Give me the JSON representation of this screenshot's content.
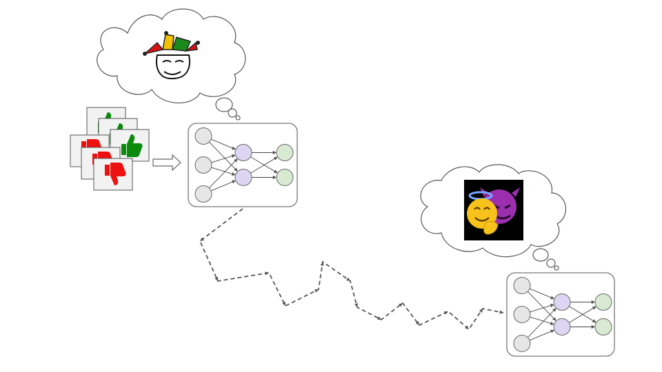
{
  "diagram": {
    "thought_clouds": [
      {
        "id": "cloud-1",
        "content_icon": "jester-face-icon"
      },
      {
        "id": "cloud-2",
        "content_icon": "angel-devil-icon"
      }
    ],
    "feedback_cards": [
      {
        "kind": "thumbs-up"
      },
      {
        "kind": "thumbs-up"
      },
      {
        "kind": "thumbs-up"
      },
      {
        "kind": "thumbs-down"
      },
      {
        "kind": "thumbs-down"
      },
      {
        "kind": "thumbs-down"
      }
    ],
    "arrow_icon": "right-arrow-icon",
    "networks": [
      {
        "id": "network-1",
        "layers": [
          3,
          2,
          2
        ]
      },
      {
        "id": "network-2",
        "layers": [
          3,
          2,
          2
        ]
      }
    ],
    "path_icon": "dashed-arrow-path",
    "colors": {
      "input_node": "#e6e6e6",
      "hidden_node": "#ddd6f3",
      "output_node": "#d9ead3",
      "outline": "#666666",
      "thumb_up": "#0b8a0b",
      "thumb_down": "#ee1111",
      "devil": "#9b2fae",
      "angel": "#f6c21b",
      "halo": "#79a7ff"
    }
  }
}
